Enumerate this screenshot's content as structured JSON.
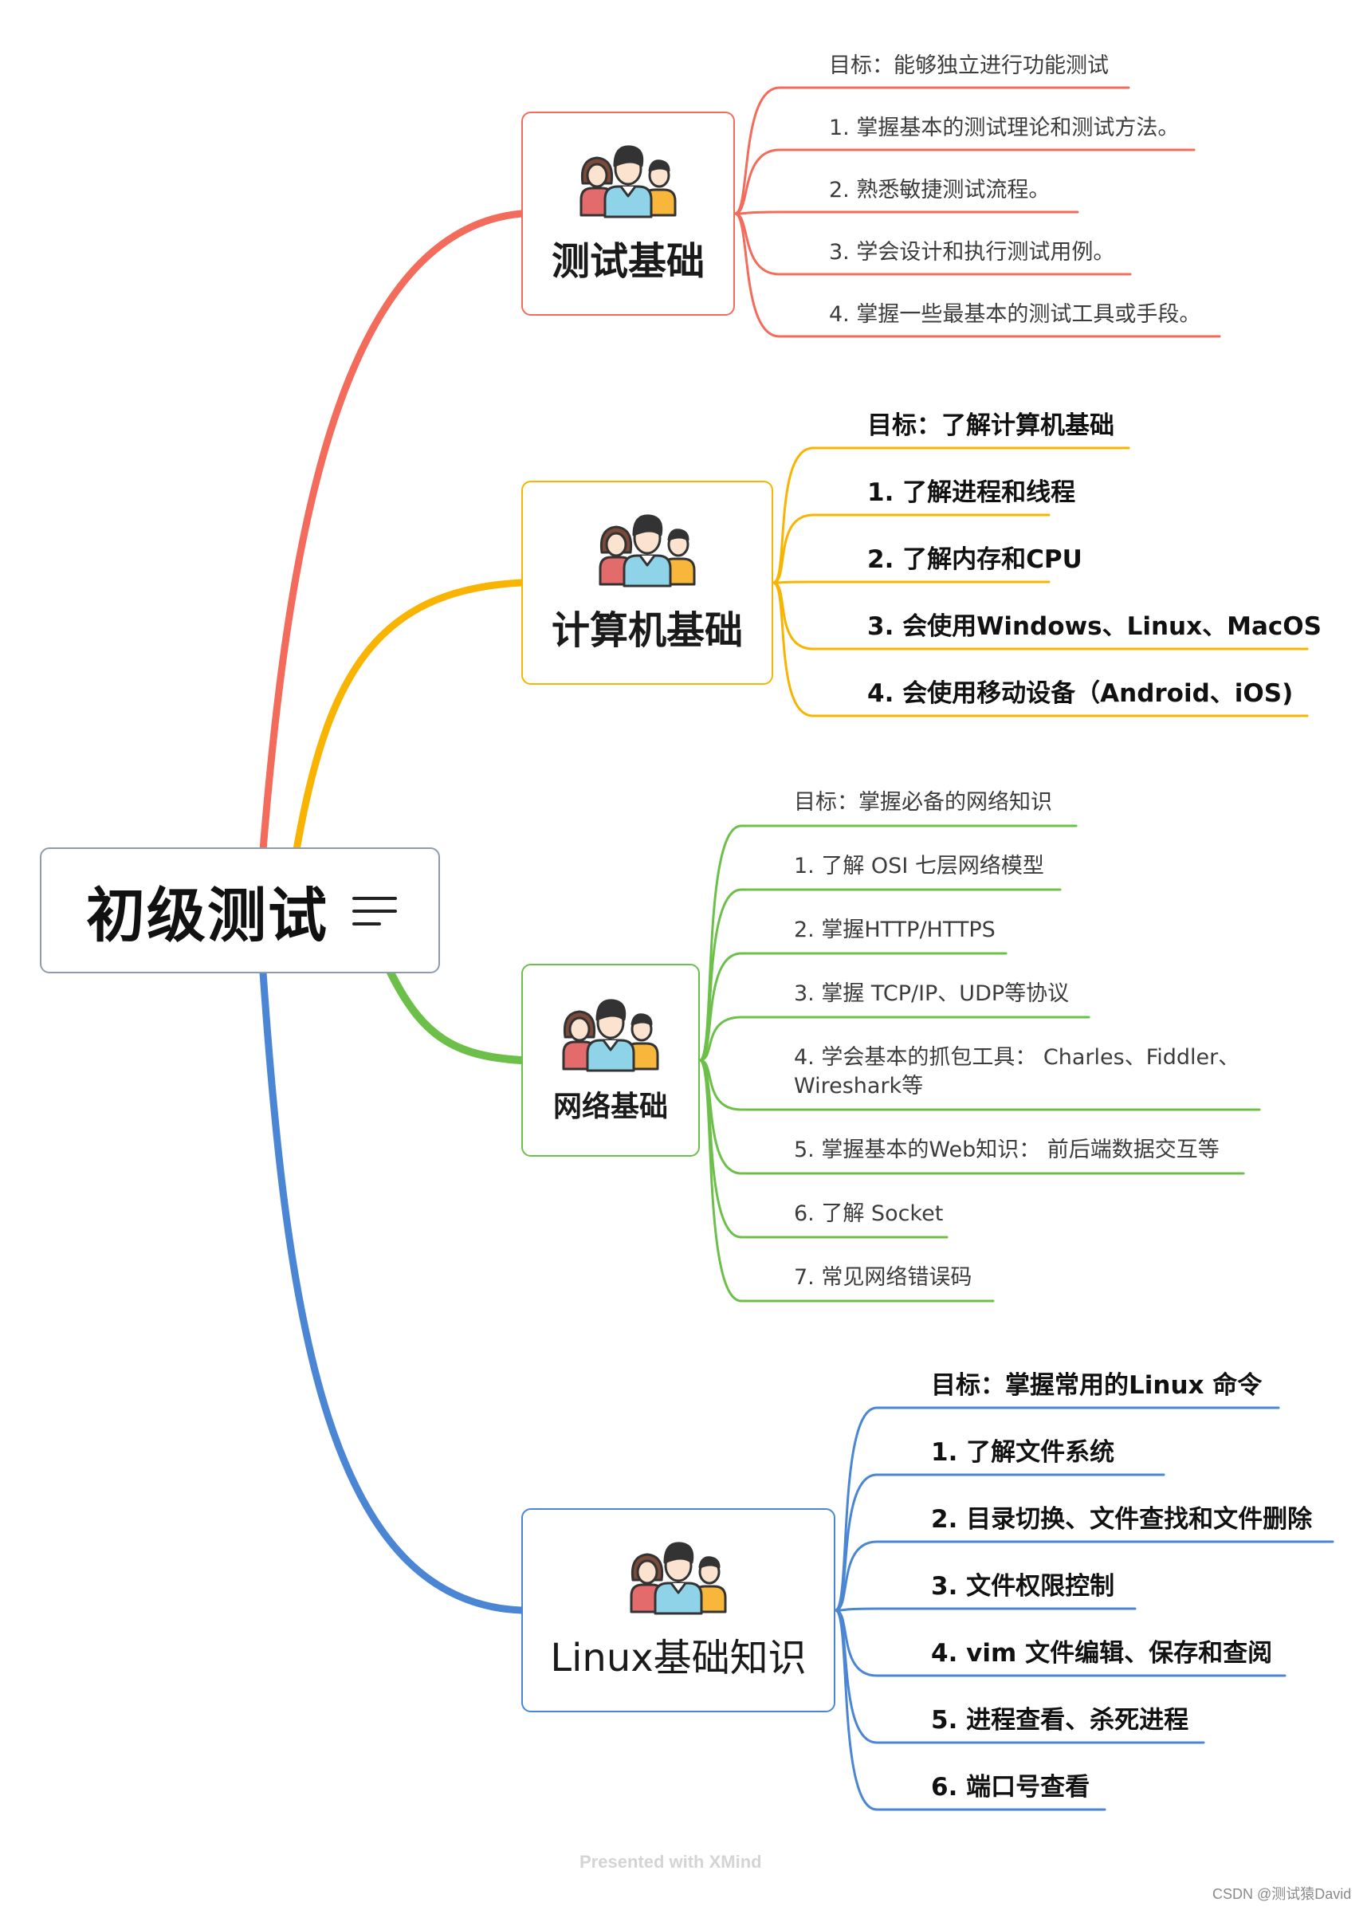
{
  "root": {
    "title": "初级测试",
    "icon": "menu-lines-icon"
  },
  "colors": {
    "branch1": "#f26b5b",
    "branch2": "#f8b400",
    "branch3": "#6cc04a",
    "branch4": "#4a86d4"
  },
  "branches": [
    {
      "title": "测试基础",
      "icon": "people-group-icon",
      "items": [
        "目标：能够独立进行功能测试",
        "1. 掌握基本的测试理论和测试方法。",
        "2. 熟悉敏捷测试流程。",
        "3. 学会设计和执行测试用例。",
        "4. 掌握一些最基本的测试工具或手段。"
      ]
    },
    {
      "title": "计算机基础",
      "icon": "people-group-icon",
      "items": [
        "目标：了解计算机基础",
        "1. 了解进程和线程",
        "2. 了解内存和CPU",
        "3. 会使用Windows、Linux、MacOS",
        "4. 会使用移动设备（Android、iOS)"
      ]
    },
    {
      "title": "网络基础",
      "icon": "people-group-icon",
      "items": [
        "目标：掌握必备的网络知识",
        "1. 了解 OSI 七层网络模型",
        "2. 掌握HTTP/HTTPS",
        "3. 掌握 TCP/IP、UDP等协议",
        "4. 学会基本的抓包工具： Charles、Fiddler、",
        "Wireshark等",
        "5. 掌握基本的Web知识： 前后端数据交互等",
        "6. 了解 Socket",
        "7. 常见网络错误码"
      ]
    },
    {
      "title": "Linux基础知识",
      "icon": "people-group-icon",
      "items": [
        "目标：掌握常用的Linux 命令",
        "1. 了解文件系统",
        "2. 目录切换、文件查找和文件删除",
        "3. 文件权限控制",
        "4. vim 文件编辑、保存和查阅",
        "5. 进程查看、杀死进程",
        "6. 端口号查看"
      ]
    }
  ],
  "footer": "Presented with XMind",
  "watermark": "CSDN @测试猿David"
}
